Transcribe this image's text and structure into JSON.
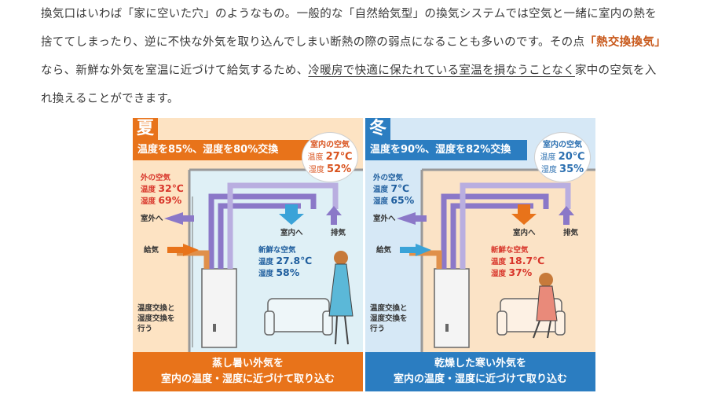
{
  "paragraph": {
    "line1": "換気口はいわば「家に空いた穴」のようなもの。一般的な「自然給気型」の換気システムでは空気と一緒に室内の熱を",
    "line2_a": "捨ててしまったり、逆に不快な外気を取り込んでしまい断熱の際の弱点になることも多いのです。その点",
    "line2_hl": "「熱交換換気」",
    "line3_a": "なら、新鮮な外気を室温に近づけて給気するため、",
    "line3_ul": "冷暖房で快適に保たれている室温を損なうことなく",
    "line3_b": "家中の空気を入",
    "line4": "れ換えることができます。"
  },
  "summer": {
    "season": "夏",
    "banner": "温度を85%、湿度を80%交換",
    "indoor": {
      "title": "室内の空気",
      "temp_label": "温度",
      "temp": "27℃",
      "hum_label": "湿度",
      "hum": "52%"
    },
    "outside": {
      "title": "外の空気",
      "temp_label": "温度",
      "temp": "32℃",
      "hum_label": "湿度",
      "hum": "69%"
    },
    "to_outside": "室外へ",
    "supply": "給気",
    "to_inside": "室内へ",
    "exhaust": "排気",
    "fresh": {
      "title": "新鮮な空気",
      "temp_label": "温度",
      "temp": "27.8℃",
      "hum_label": "湿度",
      "hum": "58%"
    },
    "exchange": {
      "l1": "温度交換と",
      "l2": "湿度交換を",
      "l3": "行う"
    },
    "footer1": "蒸し暑い外気を",
    "footer2": "室内の温度・湿度に近づけて取り込む",
    "colors": {
      "accent": "#e8731a",
      "bg": "#fde3c3",
      "room": "#dff0f6"
    }
  },
  "winter": {
    "season": "冬",
    "banner": "温度を90%、湿度を82%交換",
    "indoor": {
      "title": "室内の空気",
      "temp_label": "温度",
      "temp": "20℃",
      "hum_label": "湿度",
      "hum": "35%"
    },
    "outside": {
      "title": "外の空気",
      "temp_label": "温度",
      "temp": "7℃",
      "hum_label": "湿度",
      "hum": "65%"
    },
    "to_outside": "室外へ",
    "supply": "給気",
    "to_inside": "室内へ",
    "exhaust": "排気",
    "fresh": {
      "title": "新鮮な空気",
      "temp_label": "温度",
      "temp": "18.7℃",
      "hum_label": "湿度",
      "hum": "37%"
    },
    "exchange": {
      "l1": "温度交換と",
      "l2": "湿度交換を",
      "l3": "行う"
    },
    "footer1": "乾燥した寒い外気を",
    "footer2": "室内の温度・湿度に近づけて取り込む",
    "colors": {
      "accent": "#2b7dc1",
      "bg": "#d6e8f6",
      "room": "#fbe3c6"
    }
  }
}
